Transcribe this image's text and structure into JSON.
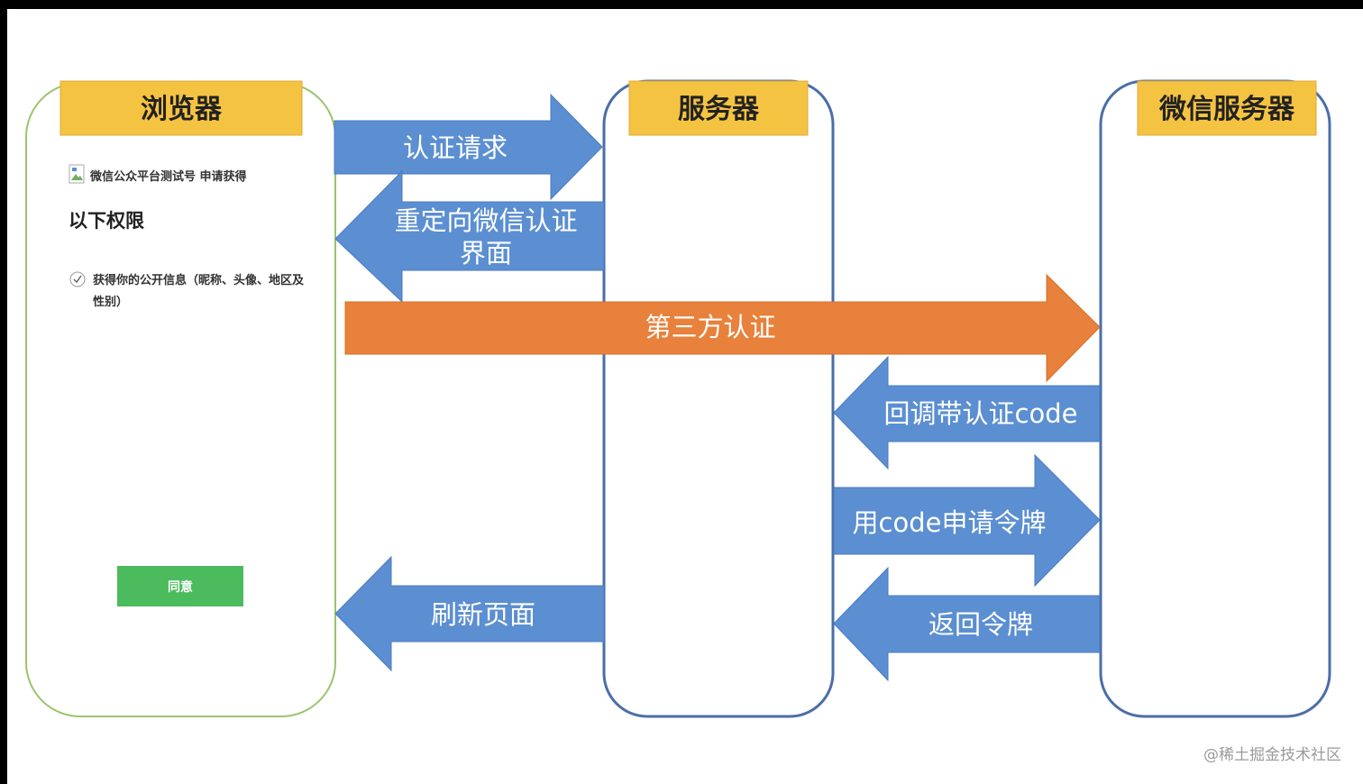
{
  "lanes": {
    "browser": "浏览器",
    "server": "服务器",
    "wechat_server": "微信服务器"
  },
  "auth_page": {
    "line1": "微信公众平台测试号 申请获得",
    "line2": "以下权限",
    "permission_line1": "获得你的公开信息（昵称、头像、地区及",
    "permission_line2": "性别）",
    "agree_button": "同意"
  },
  "arrows": {
    "auth_request": "认证请求",
    "redirect_line1": "重定向微信认证",
    "redirect_line2": "界面",
    "third_party_auth": "第三方认证",
    "callback_code": "回调带认证code",
    "apply_token": "用code申请令牌",
    "return_token": "返回令牌",
    "refresh_page": "刷新页面"
  },
  "colors": {
    "title_box": "#f5c342",
    "blue_arrow": "#5b8fd1",
    "orange_arrow": "#e8813b",
    "agree_green": "#4cbb5e",
    "browser_border": "#9bc46b",
    "lane_border": "#4a6ea8"
  },
  "watermark": "@稀土掘金技术社区"
}
